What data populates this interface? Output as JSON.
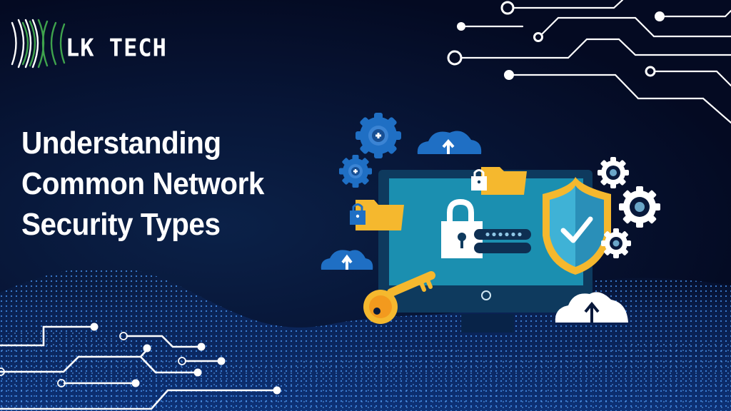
{
  "brand": {
    "name": "LK TECH",
    "logo_icon": "signal-waves-icon",
    "colors": {
      "wave_white": "#ffffff",
      "wave_green": "#3fa34d"
    }
  },
  "headline": {
    "lines": [
      "Understanding",
      "Common Network",
      "Security Types"
    ],
    "color": "#ffffff"
  },
  "illustration": {
    "monitor": {
      "screen_color": "#1b8fb0",
      "frame_color": "#0e3a5e",
      "password_mask": "••••••"
    },
    "icons": [
      "gear-icon",
      "gear-icon",
      "cloud-upload-icon",
      "folder-lock-icon",
      "folder-lock-icon",
      "padlock-icon",
      "shield-check-icon",
      "key-icon",
      "cloud-upload-icon",
      "cloud-upload-icon",
      "gear-icon",
      "gear-icon",
      "gear-icon"
    ],
    "colors": {
      "accent_yellow": "#f5b82e",
      "accent_orange": "#f39a1e",
      "accent_blue": "#1f6fc4",
      "shield_fill": "#3fb2d6"
    }
  },
  "background": {
    "base": "#050b24",
    "circuit_color": "#ffffff",
    "particle_wave_color": "#2f7fe0"
  }
}
